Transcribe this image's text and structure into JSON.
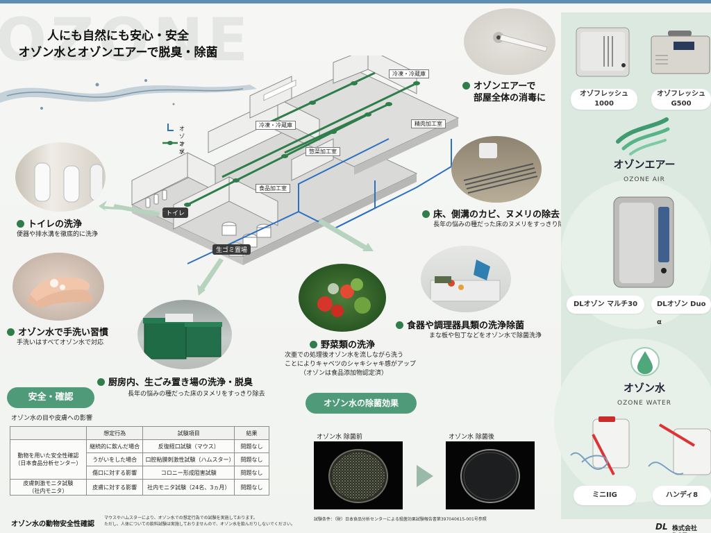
{
  "poster": {
    "background_word": "OZONE",
    "headline_line1": "人にも自然にも安心・安全",
    "headline_line2": "オゾン水とオゾンエアーで脱臭・除菌"
  },
  "legend": {
    "water": "オゾン水",
    "air": "オゾンエアー"
  },
  "floorplan_labels": {
    "toilet": "トイレ",
    "garbage": "生ゴミ置場",
    "food_processing": "食品加工室",
    "deli_processing": "惣菜加工室",
    "meat_processing": "精肉加工室",
    "freezer_a": "冷凍・冷蔵庫",
    "freezer_b": "冷凍・冷蔵庫"
  },
  "features": [
    {
      "title": "トイレの洗浄",
      "desc": "便器や排水溝を徹底的に洗浄"
    },
    {
      "title": "オゾン水で手洗い習慣",
      "desc": "手洗いはすべてオゾン水で対応"
    },
    {
      "title": "厨房内、生ごみ置き場の洗浄・脱臭",
      "desc": "長年の悩みの種だった床のヌメリをすっきり除去"
    },
    {
      "title": "野菜類の洗浄",
      "desc_lines": [
        "次亜での処理後オゾン水を流しながら洗う",
        "ことによりキャベツのシャキシャキ感がアップ",
        "（オゾンは食品添加物認定済）"
      ]
    },
    {
      "title": "食器や調理器具類の洗浄除菌",
      "desc": "まな板や包丁などをオゾン水で除菌洗浄"
    },
    {
      "title": "床、側溝のカビ、ヌメリの除去",
      "desc": "長年の悩みの種だった床のヌメリをすっきり除去"
    },
    {
      "title_lines": [
        "オゾンエアーで",
        "部屋全体の消毒に"
      ]
    }
  ],
  "products": {
    "air_section": {
      "title": "オゾンエアー",
      "subtitle": "OZONE AIR"
    },
    "water_section": {
      "title": "オゾン水",
      "subtitle": "OZONE WATER"
    },
    "items": [
      {
        "name_line1": "オゾフレッシュ",
        "name_line2": "1000"
      },
      {
        "name_line1": "オゾフレッシュ",
        "name_line2": "G500"
      },
      {
        "name_line1": "DLオゾン マルチ30"
      },
      {
        "name_line1": "DLオゾン Duo α"
      },
      {
        "name_line1": "ミニIIG"
      },
      {
        "name_line1": "ハンディ8"
      }
    ]
  },
  "safety": {
    "pill": "安全・確認",
    "subtitle": "オゾン水の目や皮膚への影響",
    "headers": [
      "想定行為",
      "試験項目",
      "結果"
    ],
    "group1": "動物を用いた安全性確認\n（日本食品分析センター）",
    "group2": "皮膚刺激モニタ試験\n（社内モニタ）",
    "rows": [
      {
        "act": "継続的に飲んだ場合",
        "test": "反復経口試験（マウス）",
        "result": "問題なし"
      },
      {
        "act": "うがいをした場合",
        "test": "口腔粘膜刺激性試験（ハムスター）",
        "result": "問題なし"
      },
      {
        "act": "傷口に対する影響",
        "test": "コロニー形成阻害試験",
        "result": "問題なし"
      },
      {
        "act": "皮膚に対する影響",
        "test": "社内モニタ試験（24名、3ヵ月）",
        "result": "問題なし"
      }
    ],
    "footer_title": "オゾン水の動物安全性確認",
    "footer_note1": "マウスやハムスターにより、オゾン水での想定行為での試験を実施しております。",
    "footer_note2": "ただし、人体についての飲料試験は実施しておりませんので、オゾン水を飲んだりしないでください。"
  },
  "sterilization": {
    "pill": "オゾン水の除菌効果",
    "before": "オゾン水 除菌前",
    "after": "オゾン水 除菌後",
    "note": "試験条件：（財）日本食品分析センターによる殺菌効果試験報告書第397040615-001号参照"
  },
  "brand": {
    "logo": "DL",
    "company": "株式会社DOT"
  },
  "colors": {
    "accent_green": "#2f7d4b",
    "pill_green": "#4f9a78",
    "water_blue": "#2d6fc0",
    "panel_mint": "#dbe9e0"
  }
}
